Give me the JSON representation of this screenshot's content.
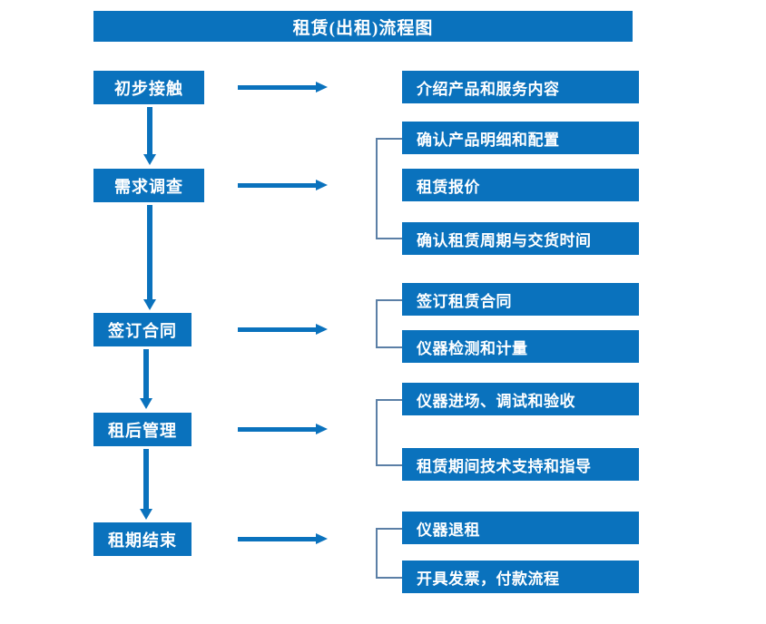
{
  "title": "租赁(出租)流程图",
  "colors": {
    "box_fill": "#0A72BD",
    "box_text": "#FFFFFF",
    "arrow": "#0A72BD",
    "bracket": "#5B7FA6",
    "background": "#FFFFFF"
  },
  "stages": [
    {
      "label": "初步接触"
    },
    {
      "label": "需求调查"
    },
    {
      "label": "签订合同"
    },
    {
      "label": "租后管理"
    },
    {
      "label": "租期结束"
    }
  ],
  "details": {
    "group1": [
      {
        "label": "介绍产品和服务内容"
      }
    ],
    "group2": [
      {
        "label": "确认产品明细和配置"
      },
      {
        "label": "租赁报价"
      },
      {
        "label": "确认租赁周期与交货时间"
      }
    ],
    "group3": [
      {
        "label": "签订租赁合同"
      },
      {
        "label": "仪器检测和计量"
      }
    ],
    "group4": [
      {
        "label": "仪器进场、调试和验收"
      },
      {
        "label": "租赁期间技术支持和指导"
      }
    ],
    "group5": [
      {
        "label": "仪器退租"
      },
      {
        "label": "开具发票，付款流程"
      }
    ]
  }
}
